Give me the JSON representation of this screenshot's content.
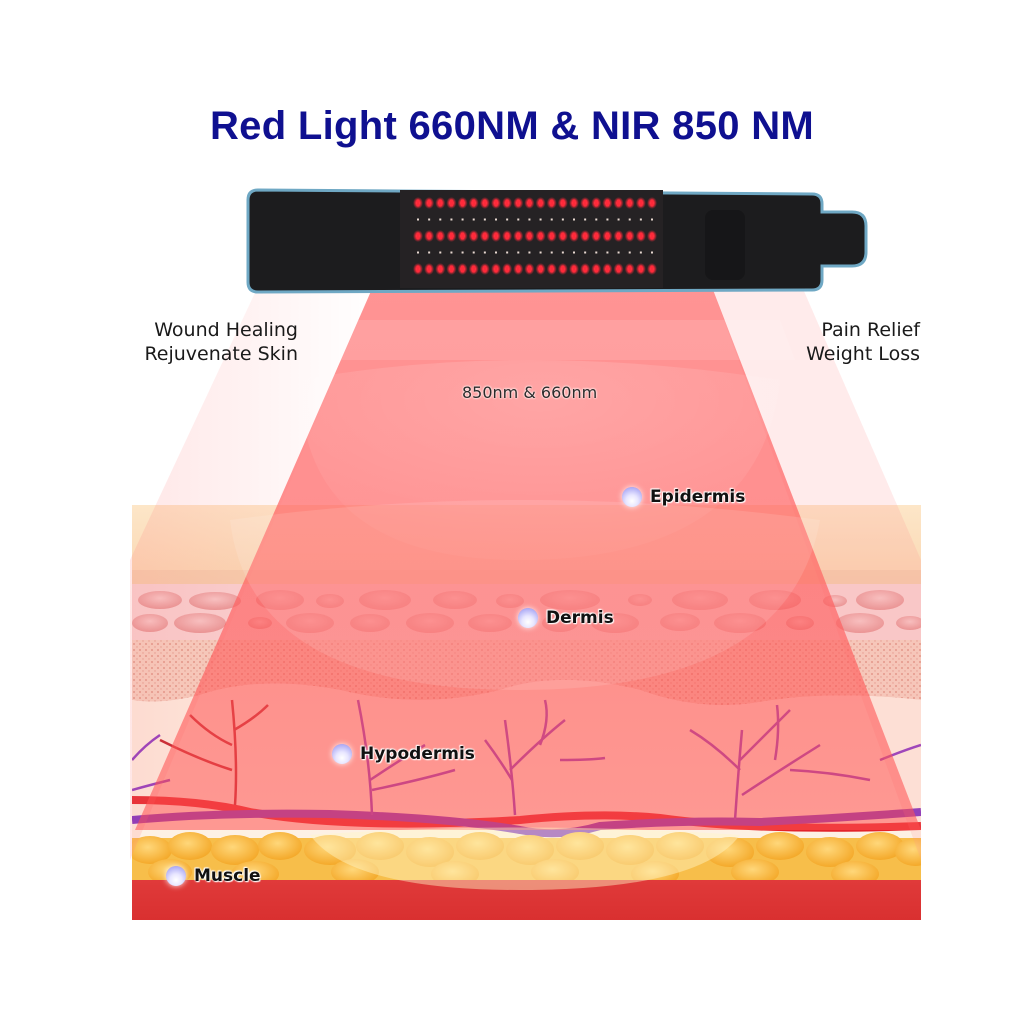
{
  "title": {
    "text": "Red Light 660NM & NIR 850 NM",
    "color": "#0f1090"
  },
  "device": {
    "name": "LED therapy belt",
    "led_rows": 5,
    "led_columns": 22,
    "led_color": "#ff2a3a",
    "belt_color": "#1c1c1e",
    "trim_color": "#6fa8c4"
  },
  "benefits": {
    "left": [
      "Wound Healing",
      "Rejuvenate Skin"
    ],
    "right": [
      "Pain Relief",
      "Weight Loss"
    ]
  },
  "beam": {
    "label": "850nm & 660nm",
    "color": "#ff5a5a"
  },
  "layers": [
    {
      "name": "Epidermis"
    },
    {
      "name": "Dermis"
    },
    {
      "name": "Hypodermis"
    },
    {
      "name": "Muscle"
    }
  ],
  "colors": {
    "epidermis": "#fbe0c0",
    "dermis_cells": "#f3b4b4",
    "dermis_dotted": "#f2c9b8",
    "hypodermis": "#fdf1e4",
    "artery": "#e3232a",
    "vein": "#7a2fc2",
    "fat": "#f6b93a",
    "muscle": "#dc3535"
  }
}
